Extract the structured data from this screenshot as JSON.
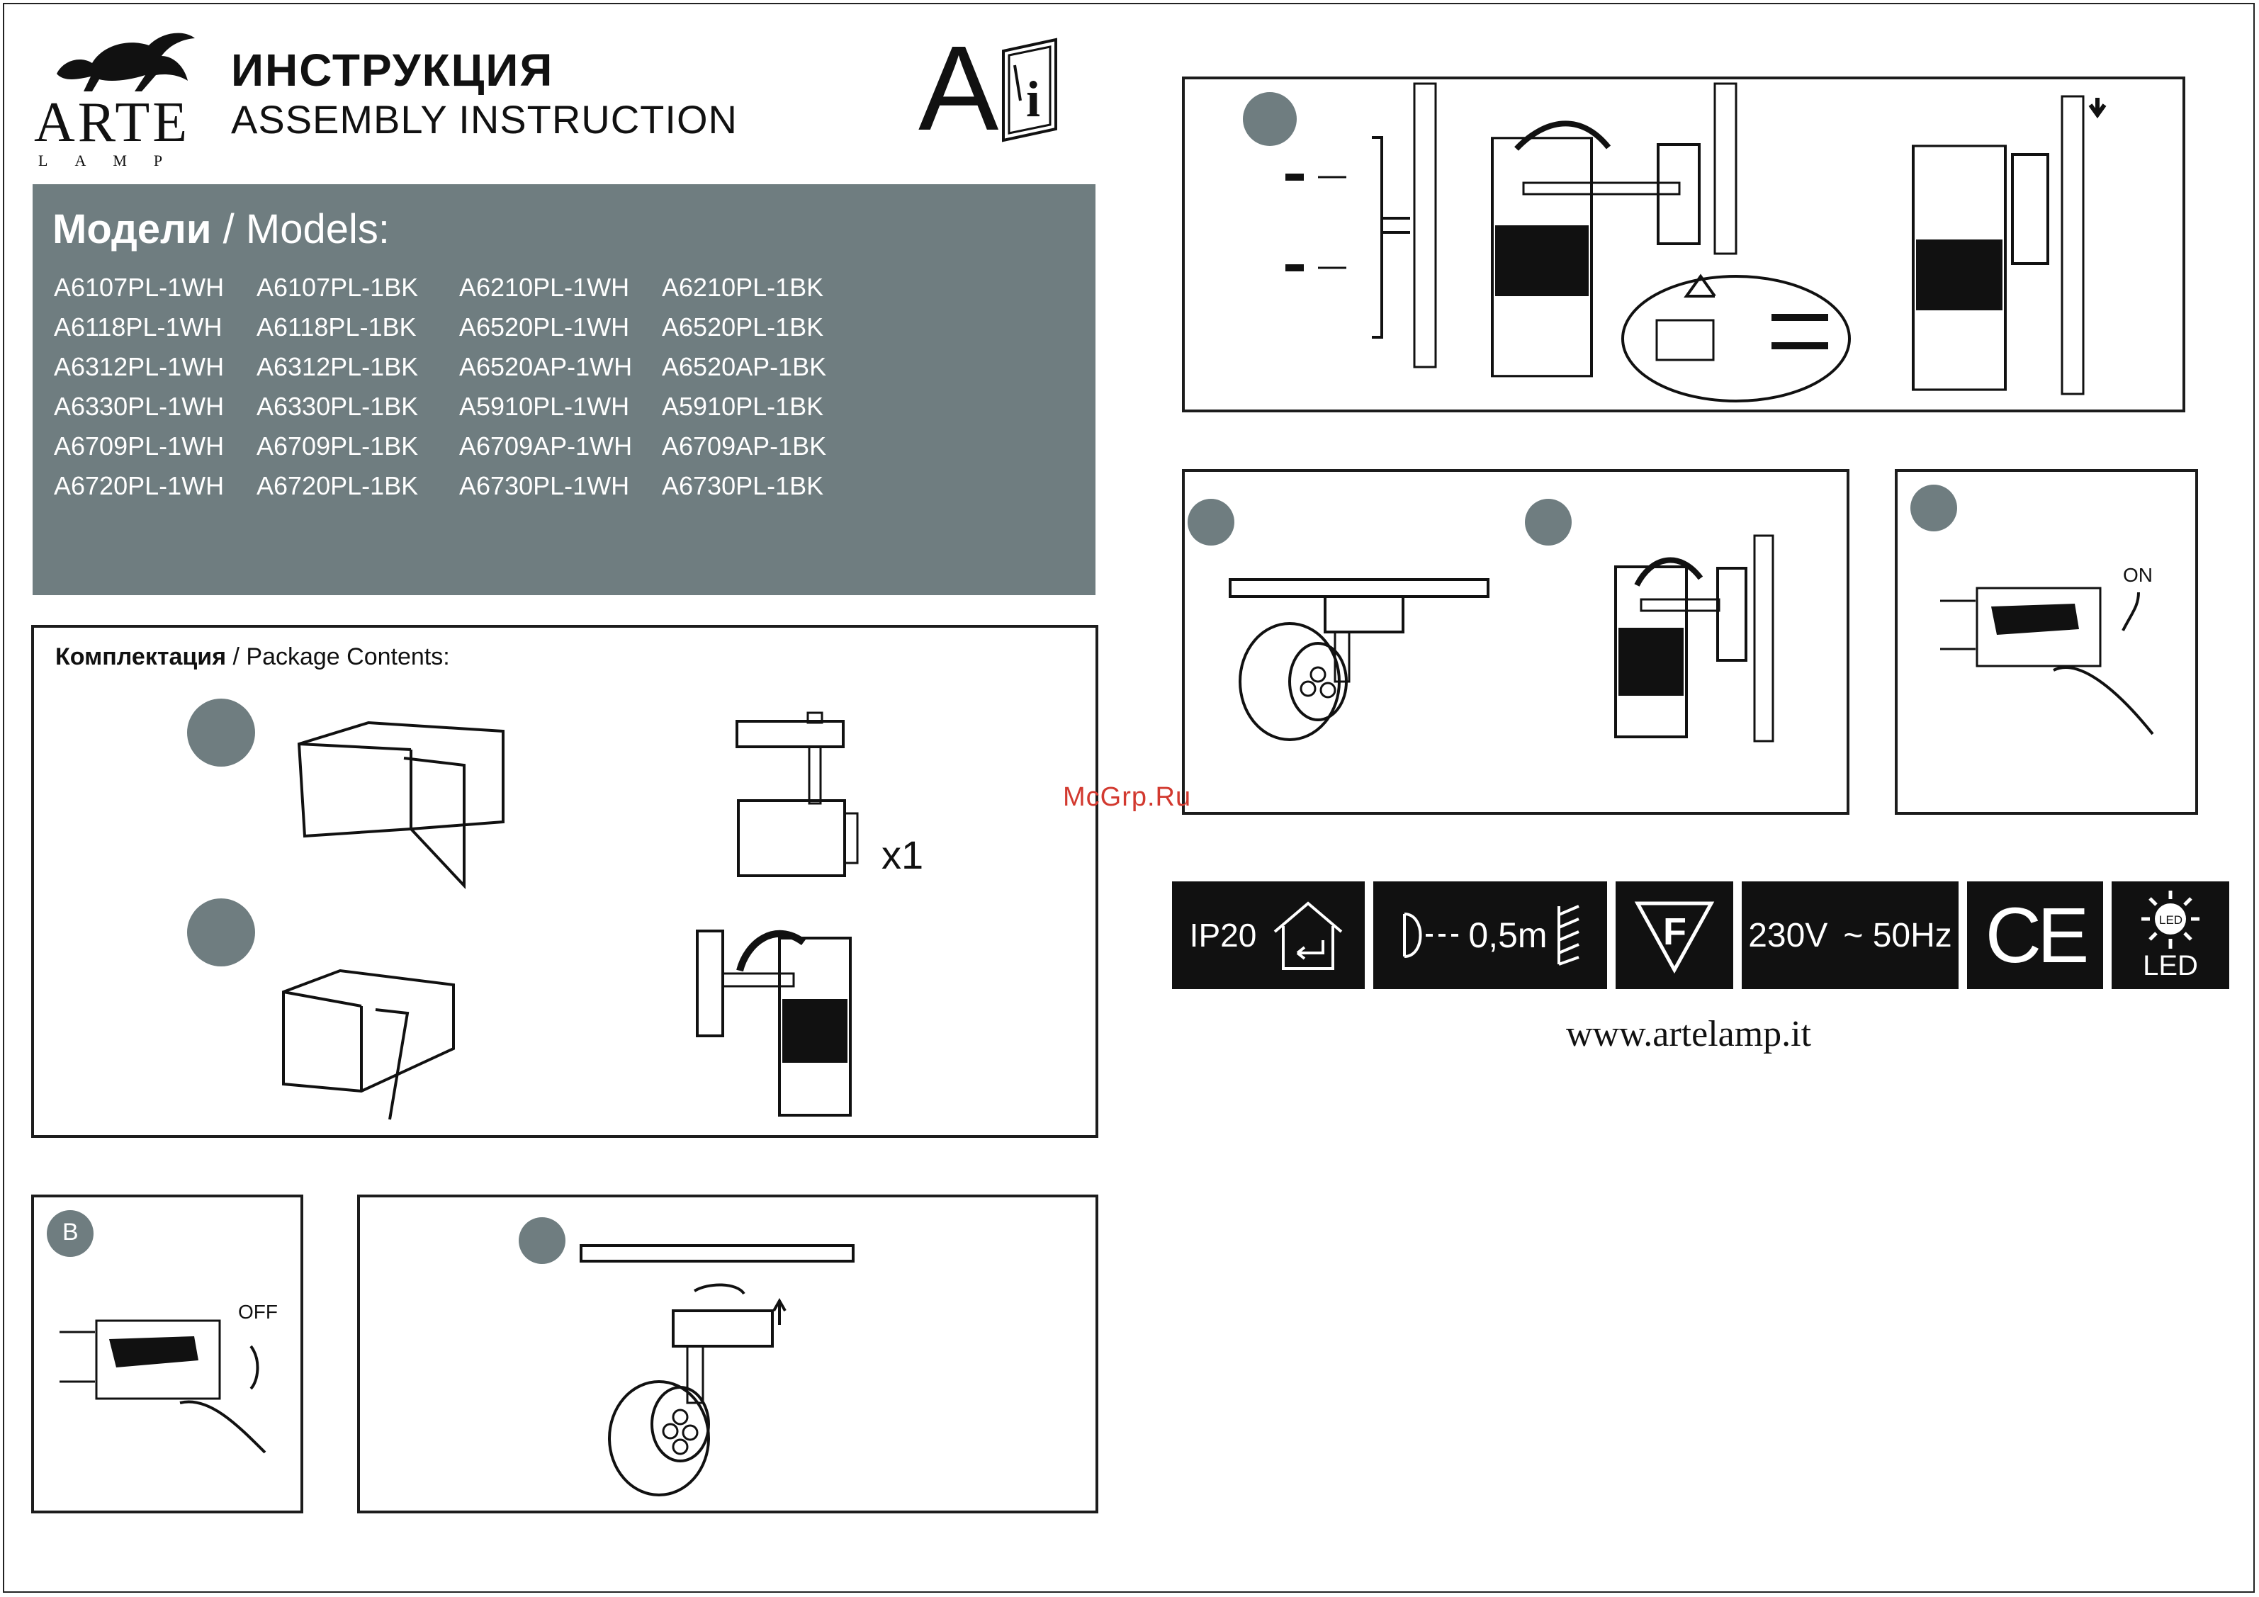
{
  "brand": {
    "name": "ARTE",
    "sub": "LAMP"
  },
  "header": {
    "title_ru": "ИНСТРУКЦИЯ",
    "title_en": "ASSEMBLY INSTRUCTION",
    "manual_letter": "A"
  },
  "models": {
    "heading_ru": "Модели",
    "heading_en": " / Models:",
    "rows": [
      [
        "A6107PL-1WH",
        "A6107PL-1BK",
        "A6210PL-1WH",
        "A6210PL-1BK"
      ],
      [
        "A6118PL-1WH",
        "A6118PL-1BK",
        "A6520PL-1WH",
        "A6520PL-1BK"
      ],
      [
        "A6312PL-1WH",
        "A6312PL-1BK",
        "A6520AP-1WH",
        "A6520AP-1BK"
      ],
      [
        "A6330PL-1WH",
        "A6330PL-1BK",
        "A5910PL-1WH",
        "A5910PL-1BK"
      ],
      [
        "A6709PL-1WH",
        "A6709PL-1BK",
        "A6709AP-1WH",
        "A6709AP-1BK"
      ],
      [
        "A6720PL-1WH",
        "A6720PL-1BK",
        "A6730PL-1WH",
        "A6730PL-1BK"
      ]
    ]
  },
  "package": {
    "title_ru": "Комплектация",
    "title_en": " / Package Contents:",
    "quantity": "x1"
  },
  "steps": {
    "b_label": "B",
    "off_label": "OFF",
    "on_label": "ON"
  },
  "badges": {
    "ip": "IP20",
    "distance": "0,5m",
    "f_mark": "F",
    "voltage": "230V",
    "frequency": "~ 50Hz",
    "ce": "CE",
    "led": "LED",
    "led_small": "LED"
  },
  "website": "www.artelamp.it",
  "watermark": "McGrp.Ru",
  "colors": {
    "panel": "#6f7d80",
    "ink": "#111111",
    "watermark": "#d2392f"
  }
}
